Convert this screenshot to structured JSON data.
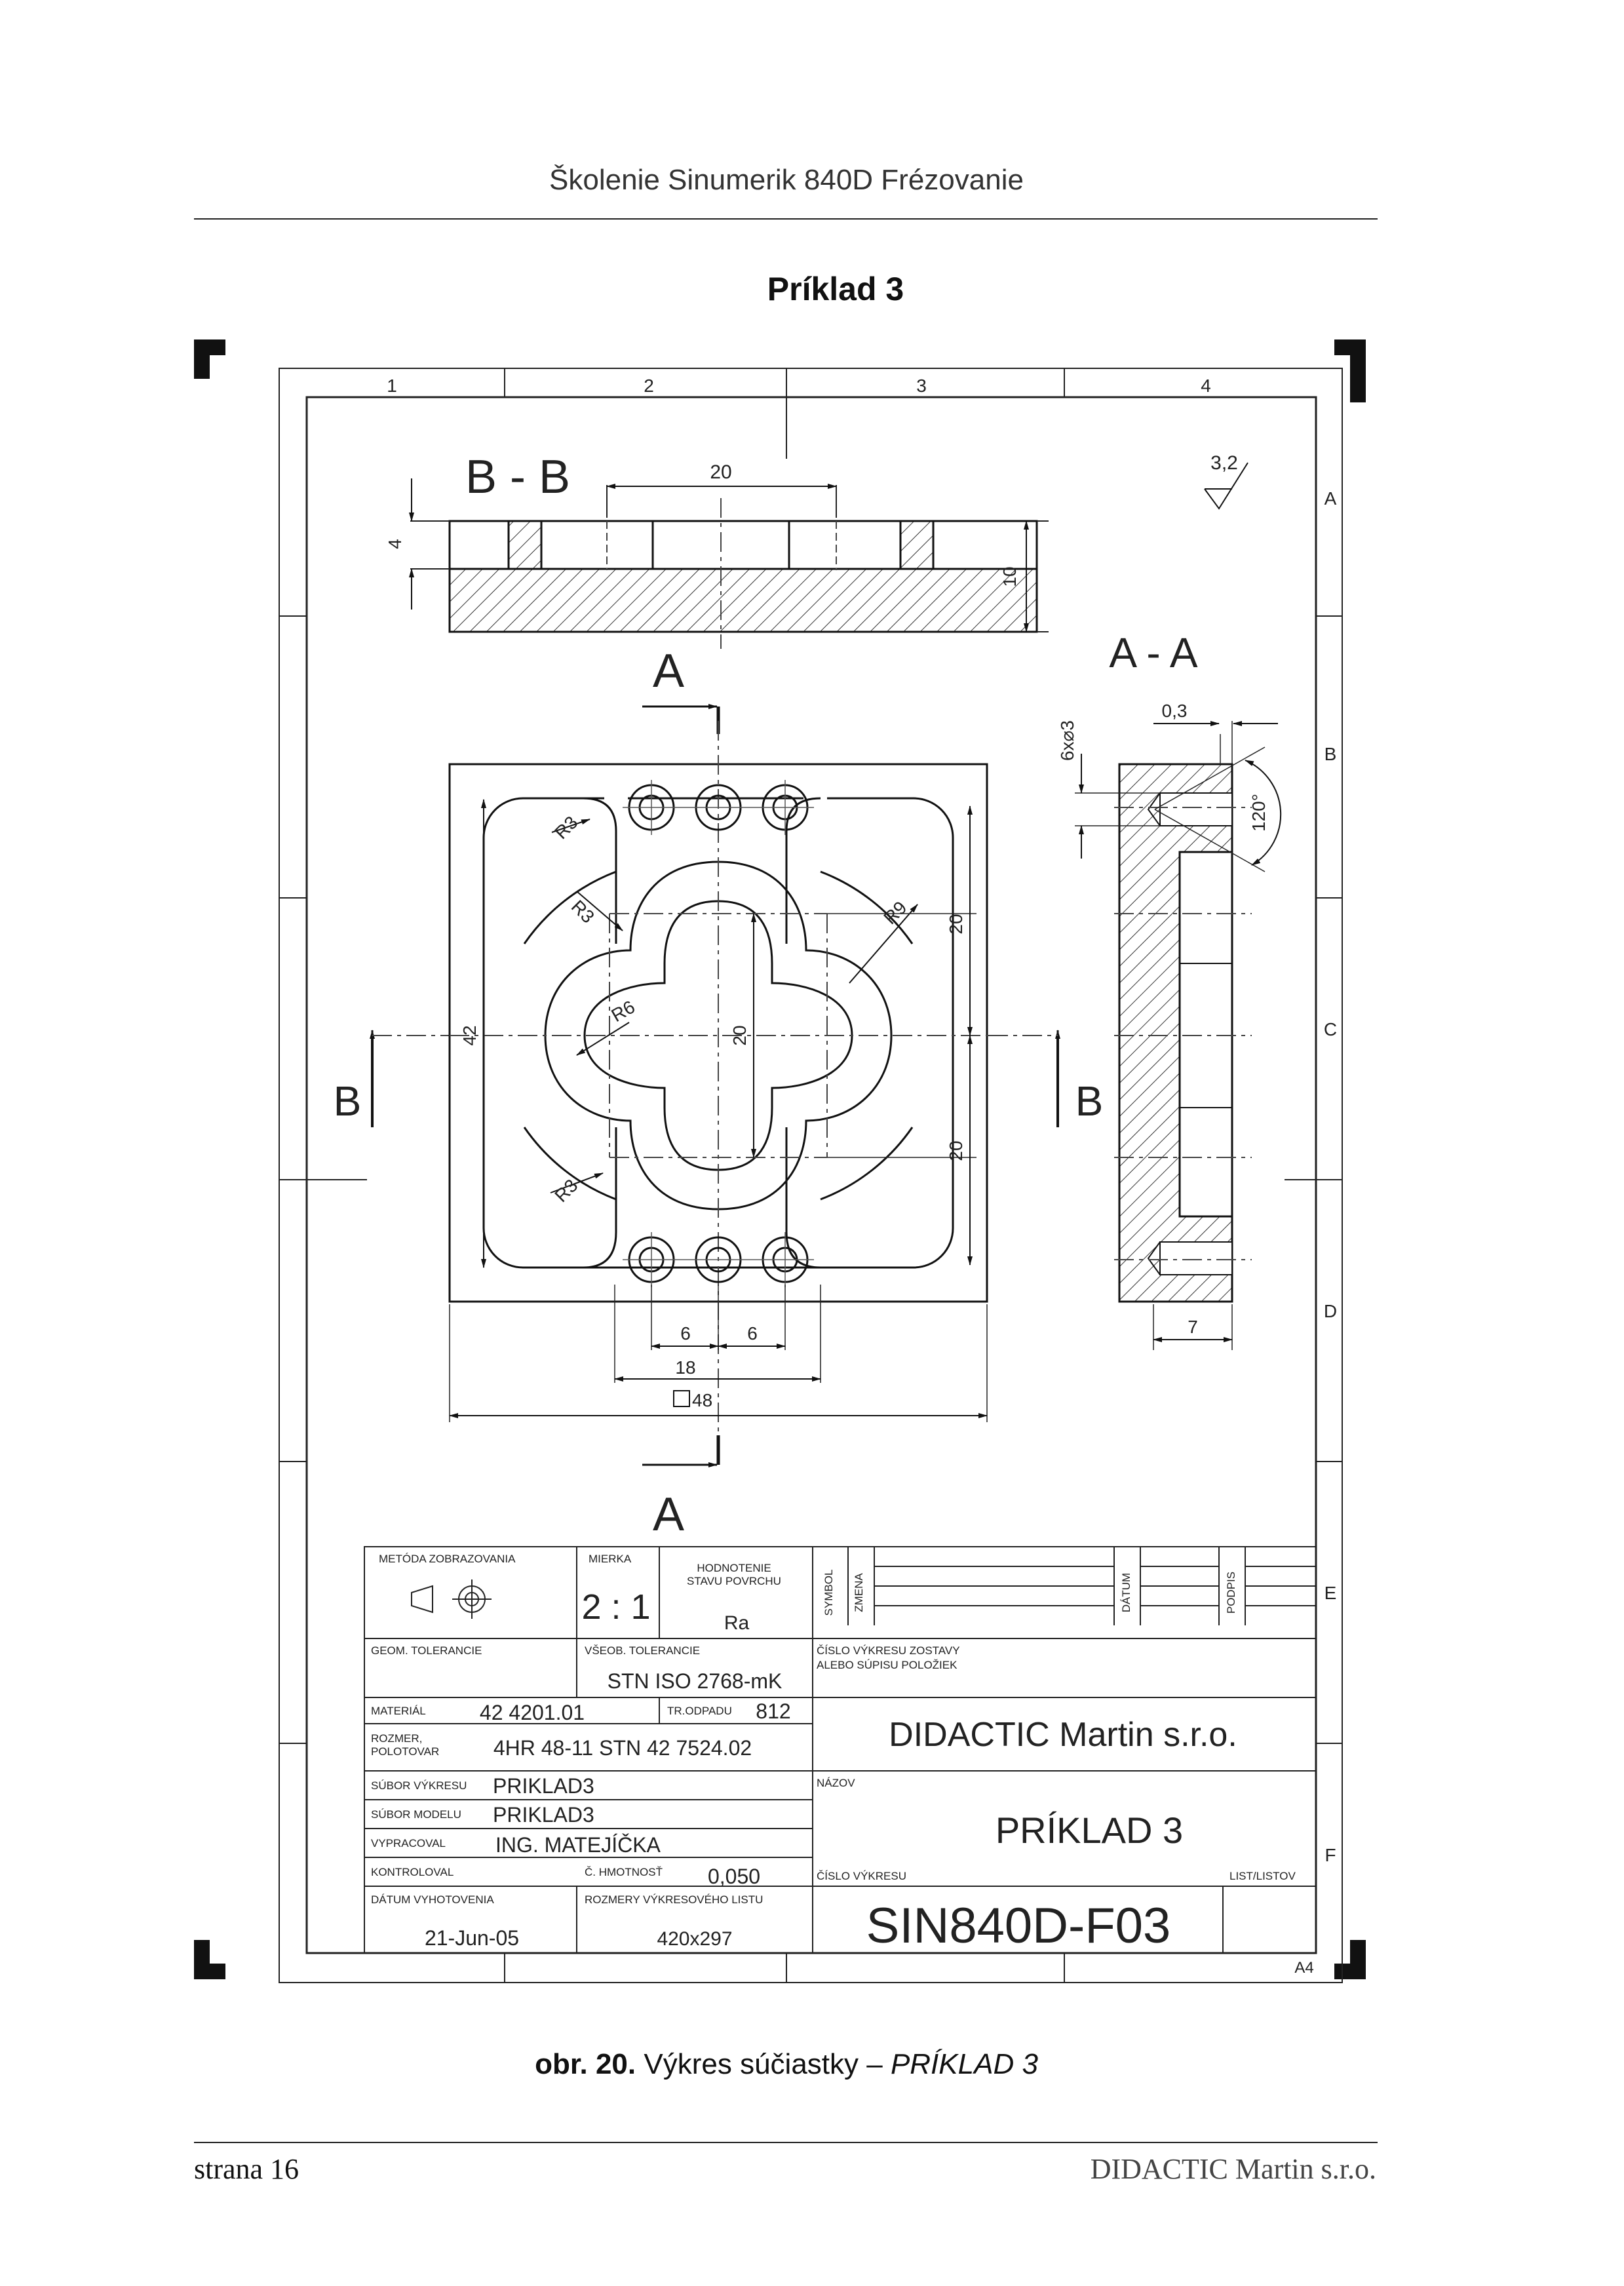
{
  "header": {
    "title": "Školenie Sinumerik 840D Frézovanie"
  },
  "example_title": "Príklad 3",
  "frame": {
    "column_numbers": [
      "1",
      "2",
      "3",
      "4"
    ],
    "row_letters": [
      "A",
      "B",
      "C",
      "D",
      "E",
      "F"
    ],
    "sheet_size": "A4"
  },
  "views": {
    "section_bb_label": "B - B",
    "section_aa_label": "A - A",
    "cut_marker_a": "A",
    "cut_marker_b": "B",
    "roughness": "3,2"
  },
  "dimensions": {
    "bb_width": "20",
    "bb_depth": "4",
    "bb_height": "10",
    "r3_top": "R3",
    "r3_left": "R3",
    "r3_bottom": "R3",
    "r9": "R9",
    "r6": "R6",
    "h42": "42",
    "v20_inner": "20",
    "v20_upper": "20",
    "v20_lower": "20",
    "s6_left": "6",
    "s6_right": "6",
    "s18": "18",
    "square48": "48",
    "holes": "6x⌀3",
    "aa_offset": "0,3",
    "aa_angle": "120°",
    "aa_depth": "7"
  },
  "title_block": {
    "method_label": "METÓDA ZOBRAZOVANIA",
    "scale_label": "MIERKA",
    "scale_value": "2 : 1",
    "surface_label_1": "HODNOTENIE",
    "surface_label_2": "STAVU POVRCHU",
    "surface_value": "Ra",
    "rev_symbol": "SYMBOL",
    "rev_change": "ZMENA",
    "rev_date": "DÁTUM",
    "rev_sign": "PODPIS",
    "geom_tol_label": "GEOM. TOLERANCIE",
    "gen_tol_label": "VŠEOB. TOLERANCIE",
    "gen_tol_value": "STN ISO 2768-mK",
    "assembly_label_1": "ČÍSLO VÝKRESU ZOSTAVY",
    "assembly_label_2": "ALEBO SÚPISU POLOŽIEK",
    "material_label": "MATERIÁL",
    "material_value": "42 4201.01",
    "waste_label": "TR.ODPADU",
    "waste_value": "812",
    "blank_label_1": "ROZMER,",
    "blank_label_2": "POLOTOVAR",
    "blank_value": "4HR 48-11 STN 42 7524.02",
    "company": "DIDACTIC Martin s.r.o.",
    "drawing_file_label": "SÚBOR VÝKRESU",
    "drawing_file_value": "PRIKLAD3",
    "model_file_label": "SÚBOR MODELU",
    "model_file_value": "PRIKLAD3",
    "name_label": "NÁZOV",
    "name_value": "PRÍKLAD 3",
    "drawn_label": "VYPRACOVAL",
    "drawn_value": "ING. MATEJÍČKA",
    "checked_label": "KONTROLOVAL",
    "weight_label": "Č. HMOTNOSŤ",
    "weight_value": "0,050",
    "drawing_no_label": "ČÍSLO VÝKRESU",
    "sheet_label": "LIST/LISTOV",
    "date_label": "DÁTUM VYHOTOVENIA",
    "date_value": "21-Jun-05",
    "sheet_dims_label": "ROZMERY VÝKRESOVÉHO LISTU",
    "sheet_dims_value": "420x297",
    "drawing_no_value": "SIN840D-F03"
  },
  "caption": {
    "prefix": "obr. 20.",
    "text": "Výkres súčiastky – ",
    "italic": "PRÍKLAD 3"
  },
  "footer": {
    "left": "strana 16",
    "right": "DIDACTIC Martin s.r.o."
  }
}
